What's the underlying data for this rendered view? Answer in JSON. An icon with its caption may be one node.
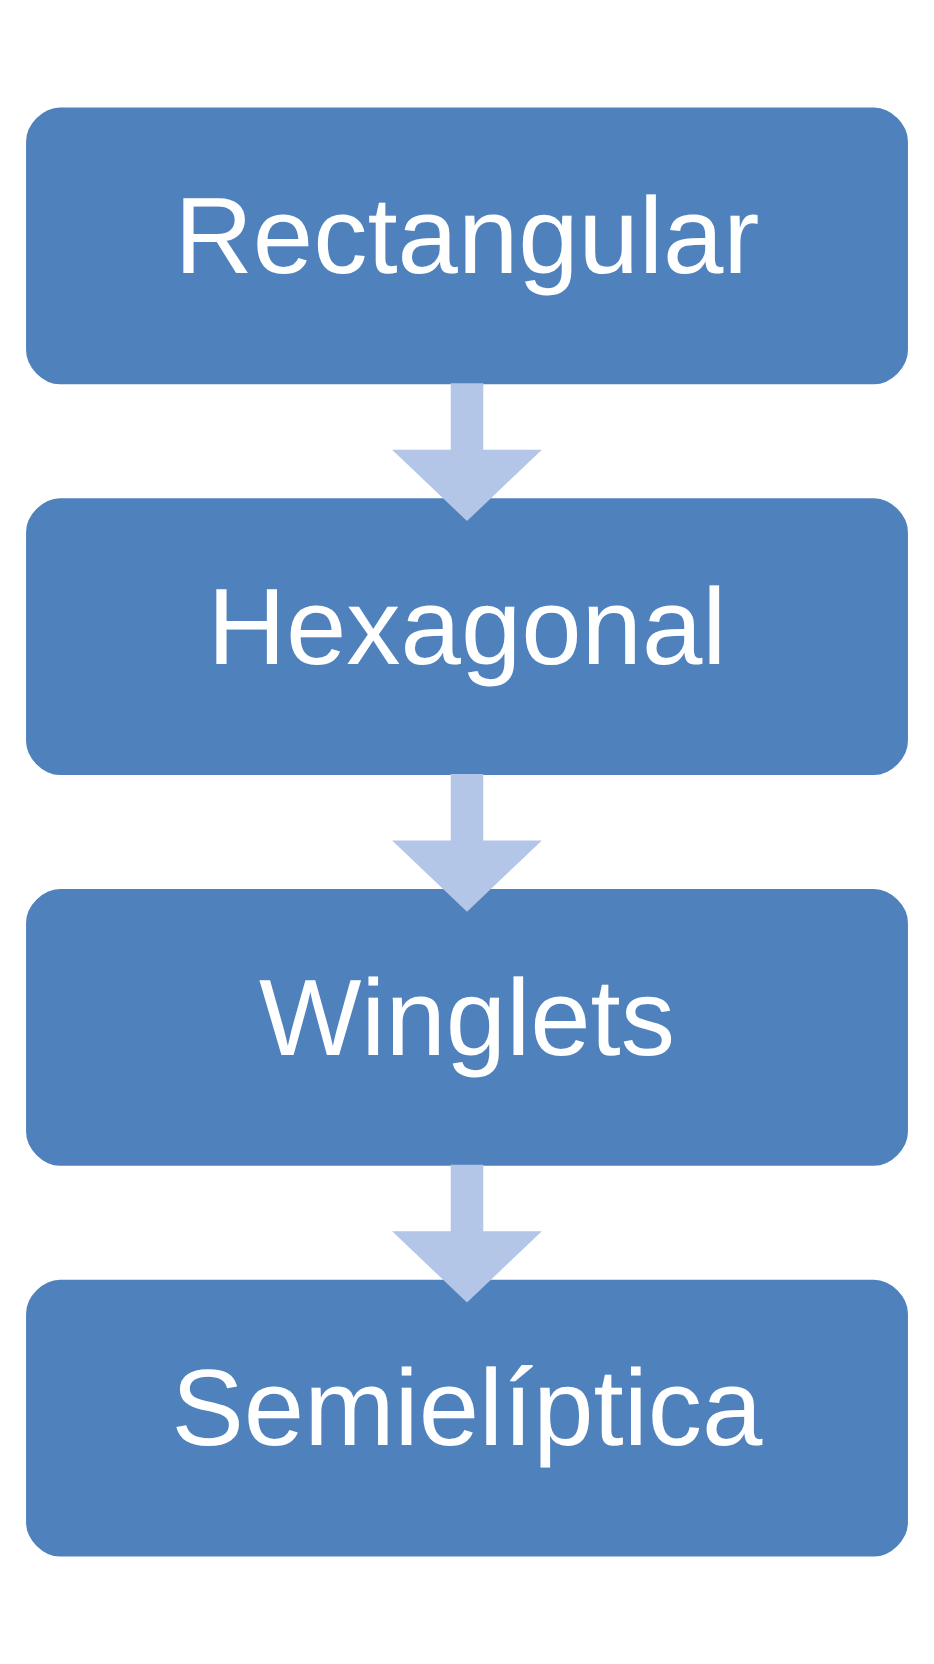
{
  "diagram": {
    "nodes": [
      {
        "text": [
          "Rectangular"
        ]
      },
      {
        "text": [
          "Hexagonal"
        ]
      },
      {
        "text": [
          "Winglets"
        ]
      },
      {
        "text": [
          "Semielíptica"
        ]
      }
    ],
    "edges": [
      {
        "from": 0,
        "to": 1,
        "arrow": "to"
      },
      {
        "from": 1,
        "to": 2,
        "arrow": "to"
      },
      {
        "from": 2,
        "to": 3,
        "arrow": "to"
      }
    ]
  }
}
